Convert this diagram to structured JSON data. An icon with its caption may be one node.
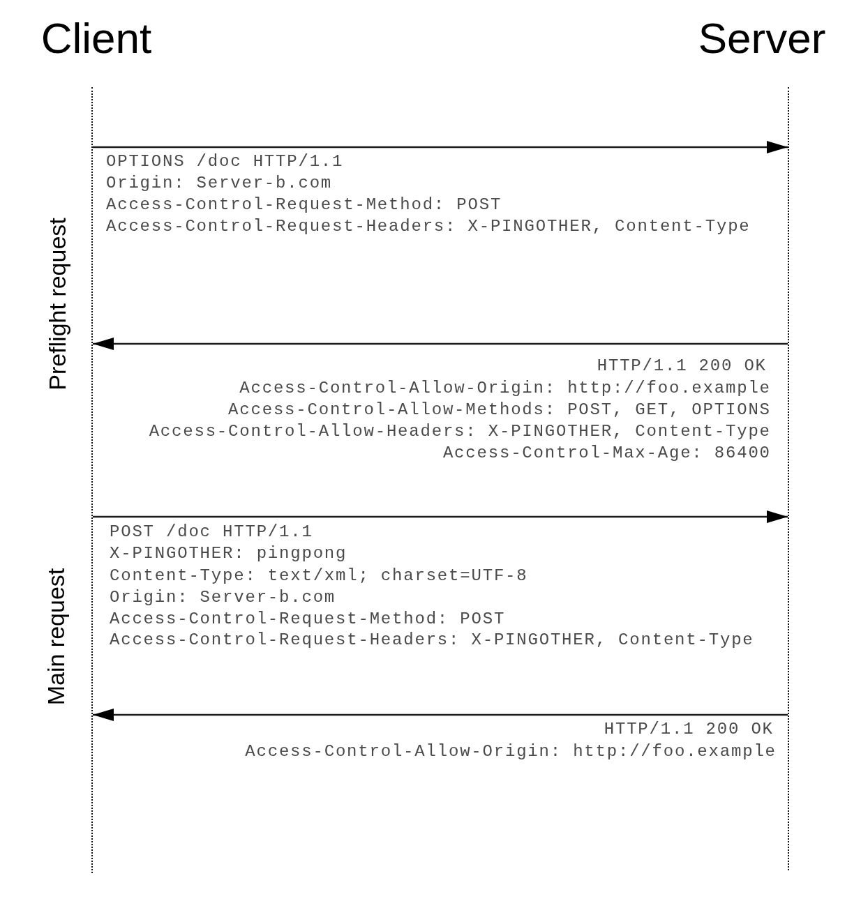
{
  "diagram": {
    "nodes": [
      {
        "text": [],
        "shape": "line",
        "beside": [
          "Client"
        ]
      },
      {
        "text": [],
        "shape": "line",
        "beside": [
          "Server"
        ]
      }
    ],
    "edges": [
      {
        "from": 0,
        "to": 1,
        "arrow": "to"
      },
      {
        "from": 1,
        "to": 0,
        "arrow": "to"
      },
      {
        "from": 0,
        "to": 1,
        "arrow": "to"
      },
      {
        "from": 1,
        "to": 0,
        "arrow": "to"
      }
    ],
    "labels": [
      "OPTIONS /doc HTTP/1.1",
      "Origin: Server-b.com",
      "Access-Control-Request-Method: POST",
      "Access-Control-Request-Headers: X-PINGOTHER, Content-Type",
      "Preflight request",
      "HTTP/1.1 200 OK",
      "Access-Control-Allow-Origin: http://foo.example",
      "Access-Control-Allow-Methods: POST, GET, OPTIONS",
      "Access-Control-Allow-Headers: X-PINGOTHER, Content-Type",
      "Access-Control-Max-Age: 86400",
      "POST /doc HTTP/1.1",
      "X-PINGOTHER: pingpong",
      "Content-Type: text/xml; charset=UTF-8",
      "Origin: Server-b.com",
      "Access-Control-Request-Method: POST",
      "Access-Control-Request-Headers: X-PINGOTHER, Content-Type",
      "Main request",
      "HTTP/1.1 200 OK",
      "Access-Control-Allow-Origin: http://foo.example"
    ]
  }
}
